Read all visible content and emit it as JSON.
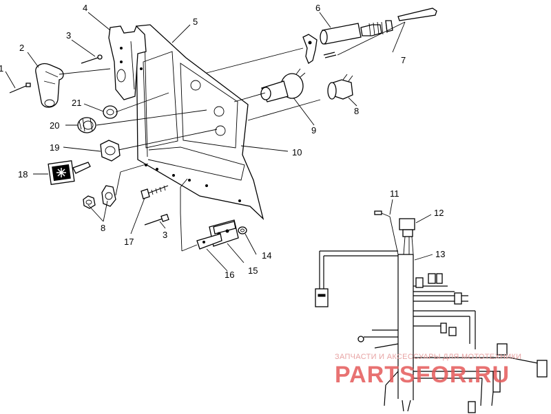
{
  "callouts": {
    "c1": "1",
    "c2": "2",
    "c3a": "3",
    "c3b": "3",
    "c4": "4",
    "c5": "5",
    "c6": "6",
    "c7": "7",
    "c8a": "8",
    "c8b": "8",
    "c9": "9",
    "c10": "10",
    "c11": "11",
    "c12": "12",
    "c13": "13",
    "c14": "14",
    "c15": "15",
    "c16": "16",
    "c17": "17",
    "c18": "18",
    "c19": "19",
    "c20": "20",
    "c21": "21"
  },
  "watermark": {
    "tagline": "ЗАПЧАСТИ И АКСЕССУАРЫ ДЛЯ МОТОТЕХНИКИ",
    "brand": "PARTSFOR.RU"
  },
  "colors": {
    "line": "#000000",
    "watermark": "#e45a5a",
    "watermark_light": "#e7a3a3"
  }
}
